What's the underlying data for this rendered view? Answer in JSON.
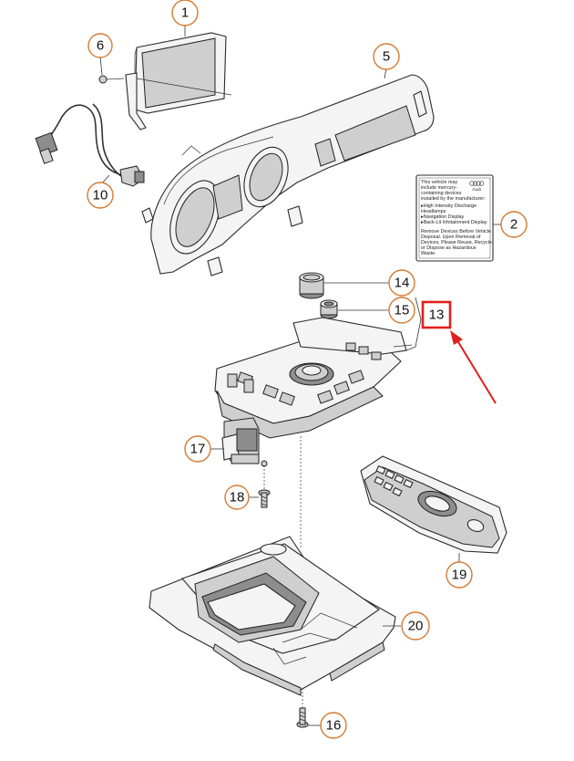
{
  "callouts": [
    {
      "id": "c1",
      "text": "1"
    },
    {
      "id": "c2",
      "text": "2"
    },
    {
      "id": "c5",
      "text": "5"
    },
    {
      "id": "c6",
      "text": "6"
    },
    {
      "id": "c10",
      "text": "10"
    },
    {
      "id": "c13",
      "text": "13"
    },
    {
      "id": "c14",
      "text": "14"
    },
    {
      "id": "c15",
      "text": "15"
    },
    {
      "id": "c16",
      "text": "16"
    },
    {
      "id": "c17",
      "text": "17"
    },
    {
      "id": "c18",
      "text": "18"
    },
    {
      "id": "c19",
      "text": "19"
    },
    {
      "id": "c20",
      "text": "20"
    }
  ],
  "warning_label": {
    "lines": [
      "This vehicle may",
      "include mercury-",
      "containing devices",
      "installed by the manufacturer:",
      "▸High Intensity Discharge",
      "  Headlamps",
      "▸Navigation Display",
      "▸Back-Lit Infotainment Display",
      "Remove Devices Before Vehicle",
      "Disposal. Upon Removal of",
      "Devices, Please Reuse, Recycle,",
      "or Dispose as Hazardous",
      "Waste."
    ],
    "brand": "Audi"
  },
  "colors": {
    "callout_border": "#d57a33",
    "highlight_box": "#e0201c",
    "arrow": "#e0201c"
  }
}
